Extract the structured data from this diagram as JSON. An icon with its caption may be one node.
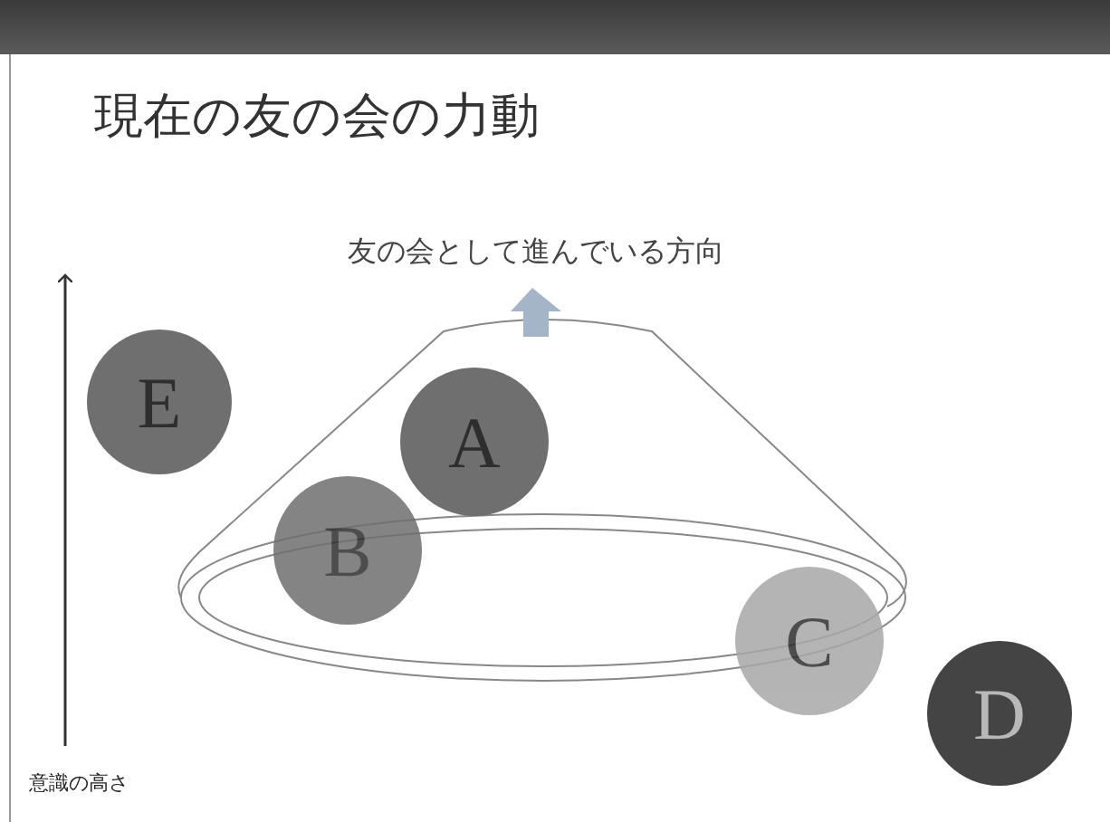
{
  "diagram": {
    "title": "現在の友の会の力動",
    "nodes": [
      {
        "text": [
          "E"
        ]
      },
      {
        "text": [
          "A"
        ]
      },
      {
        "text": [
          "B"
        ]
      },
      {
        "text": [
          "C"
        ]
      },
      {
        "text": [
          "D"
        ]
      }
    ],
    "edges": [],
    "labels": [
      "友の会として進んでいる方向",
      "意識の高さ"
    ]
  }
}
